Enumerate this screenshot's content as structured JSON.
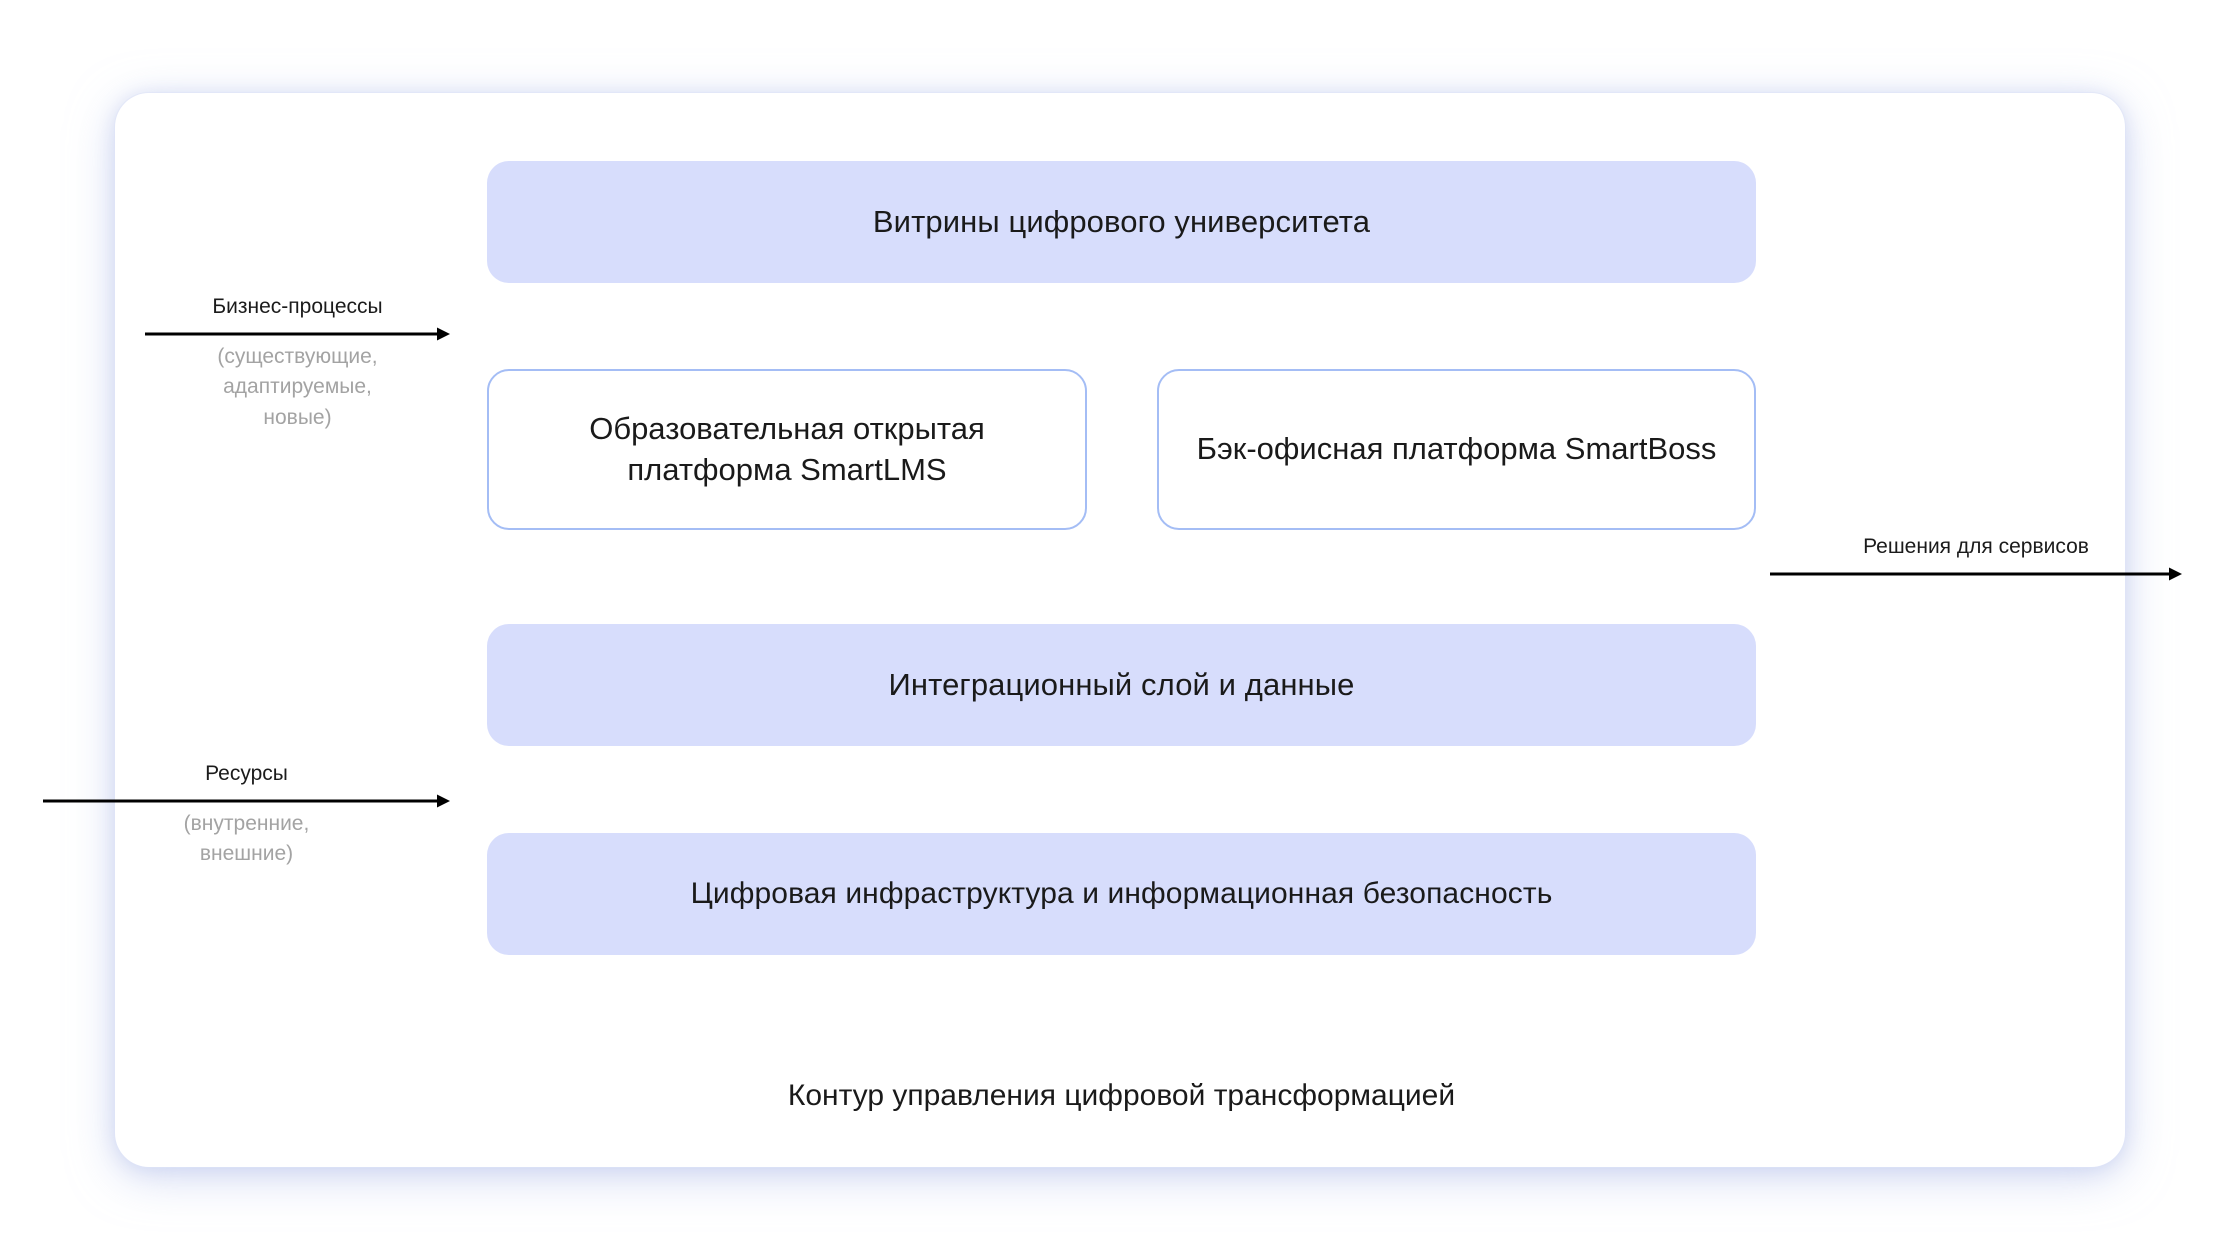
{
  "diagram": {
    "frame": {
      "caption": "Контур управления цифровой трансформацией"
    },
    "layers": [
      {
        "id": "showcases",
        "label": "Витрины цифрового университета"
      },
      {
        "id": "integration",
        "label": "Интеграционный слой и данные"
      },
      {
        "id": "infrastructure",
        "label": "Цифровая инфраструктура и информационная безопасность"
      }
    ],
    "platforms": [
      {
        "id": "smartlms",
        "label": "Образовательная открытая платформа SmartLMS"
      },
      {
        "id": "smartboss",
        "label": "Бэк-офисная платформа SmartBoss"
      }
    ],
    "flows": [
      {
        "id": "business-processes",
        "title": "Бизнес-процессы",
        "subtitle": "(существующие,\nадаптируемые,\nновые)",
        "direction": "right"
      },
      {
        "id": "resources",
        "title": "Ресурсы",
        "subtitle": "(внутренние,\nвнешние)",
        "direction": "right"
      },
      {
        "id": "solutions",
        "title": "Решения для сервисов",
        "subtitle": "",
        "direction": "right"
      }
    ],
    "colors": {
      "band_fill": "#d7ddfc",
      "platform_border": "#a4bdf5",
      "text_primary": "#1a1a1a",
      "text_muted": "#a3a3a3",
      "card_background": "#ffffff",
      "page_background": "#ffffff",
      "arrow": "#000000"
    }
  }
}
